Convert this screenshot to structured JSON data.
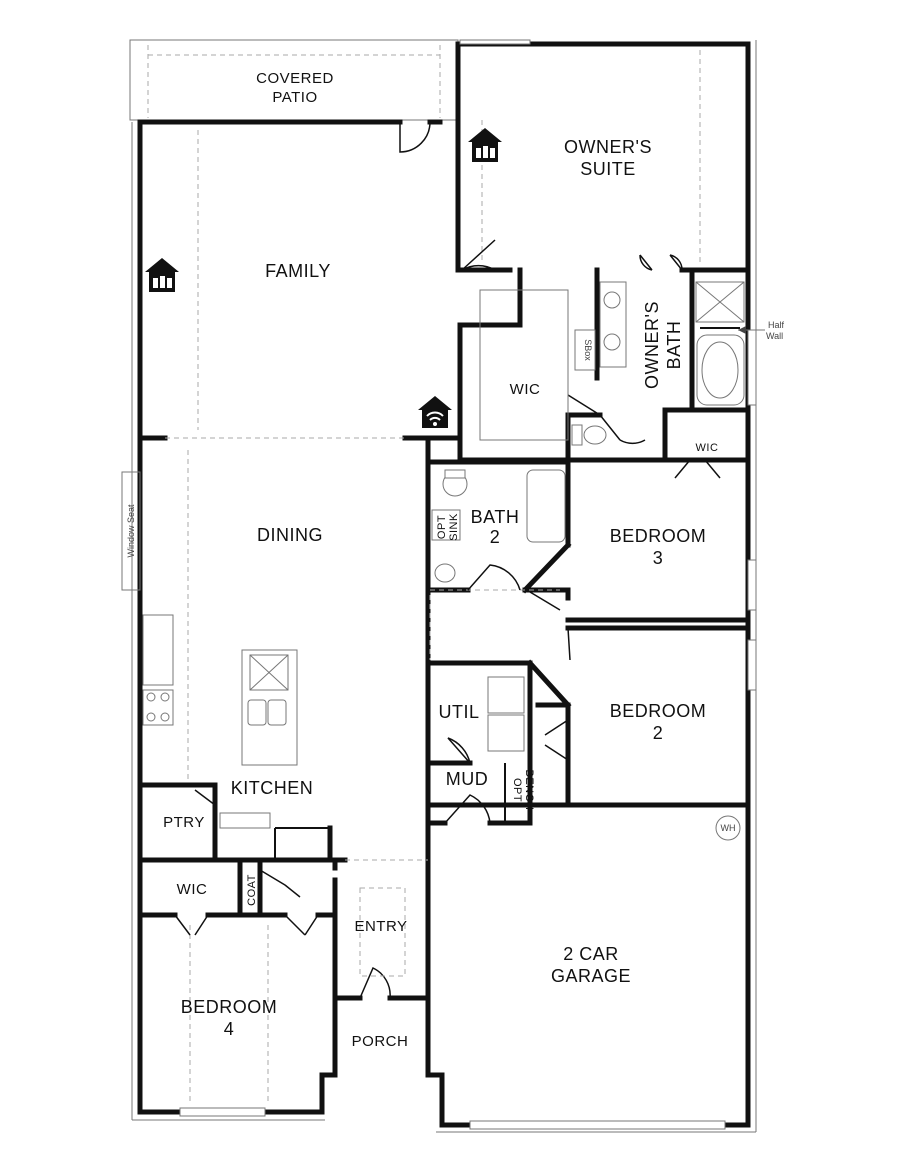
{
  "rooms": {
    "covered_patio": [
      "COVERED",
      "PATIO"
    ],
    "owners_suite": [
      "OWNER'S",
      "SUITE"
    ],
    "family": "FAMILY",
    "owners_bath": [
      "OWNER'S",
      "BATH"
    ],
    "wic_owner": "WIC",
    "wic_bed3": "WIC",
    "bath2": [
      "BATH",
      "2"
    ],
    "opt_sink": [
      "OPT",
      "SINK"
    ],
    "dining": "DINING",
    "bedroom3": [
      "BEDROOM",
      "3"
    ],
    "bedroom2": [
      "BEDROOM",
      "2"
    ],
    "util": "UTIL",
    "mud": "MUD",
    "opt_bench": [
      "OPT",
      "BENCH"
    ],
    "kitchen": "KITCHEN",
    "ptry": "PTRY",
    "wic_bed4": "WIC",
    "coat": "COAT",
    "entry": "ENTRY",
    "bedroom4": [
      "BEDROOM",
      "4"
    ],
    "porch": "PORCH",
    "garage": [
      "2 CAR",
      "GARAGE"
    ]
  },
  "annotations": {
    "half_wall": [
      "Half",
      "Wall"
    ],
    "window_seat": "Window Seat",
    "sbox": "SBox",
    "water_heater": "WH"
  },
  "icons": [
    "smart-home-icon",
    "smart-home-icon",
    "wifi-home-icon"
  ]
}
